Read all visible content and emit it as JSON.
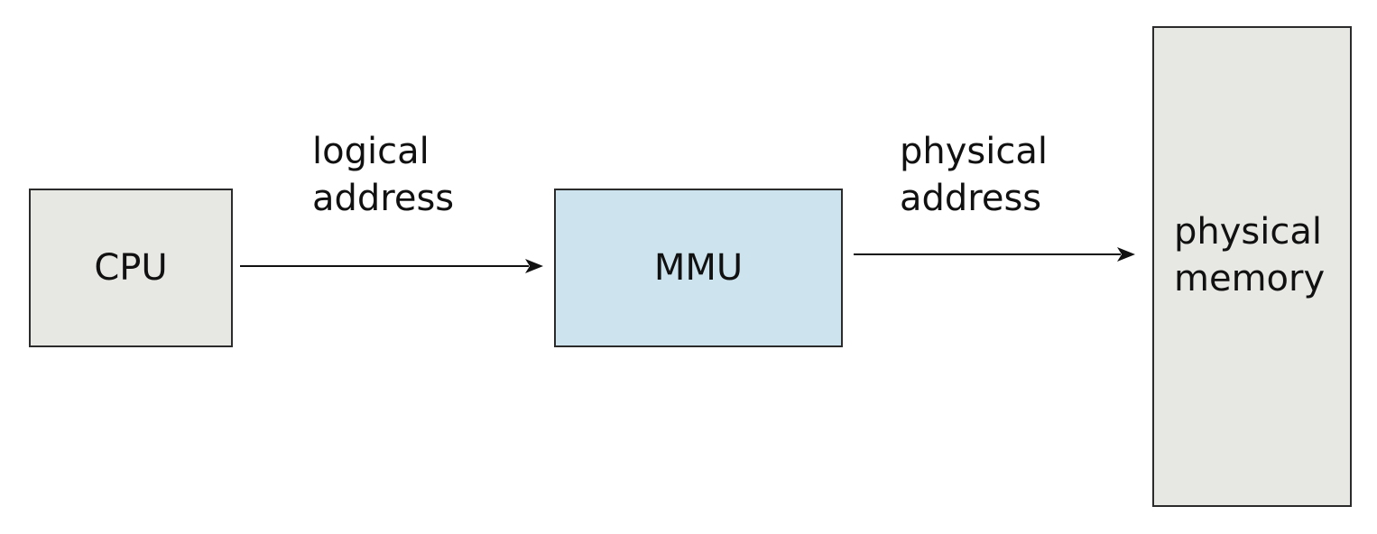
{
  "colors": {
    "cpu_fill": "#e7e7e3",
    "mmu_fill": "#cde4ee",
    "memory_fill": "#e7e7e3",
    "stroke": "#2b2b2b"
  },
  "nodes": {
    "cpu": {
      "label": "CPU"
    },
    "mmu": {
      "label": "MMU"
    },
    "memory": {
      "label_lines": [
        "physical",
        "memory"
      ]
    }
  },
  "edges": {
    "cpu_to_mmu": {
      "label_lines": [
        "logical",
        "address"
      ]
    },
    "mmu_to_memory": {
      "label_lines": [
        "physical",
        "address"
      ]
    }
  }
}
